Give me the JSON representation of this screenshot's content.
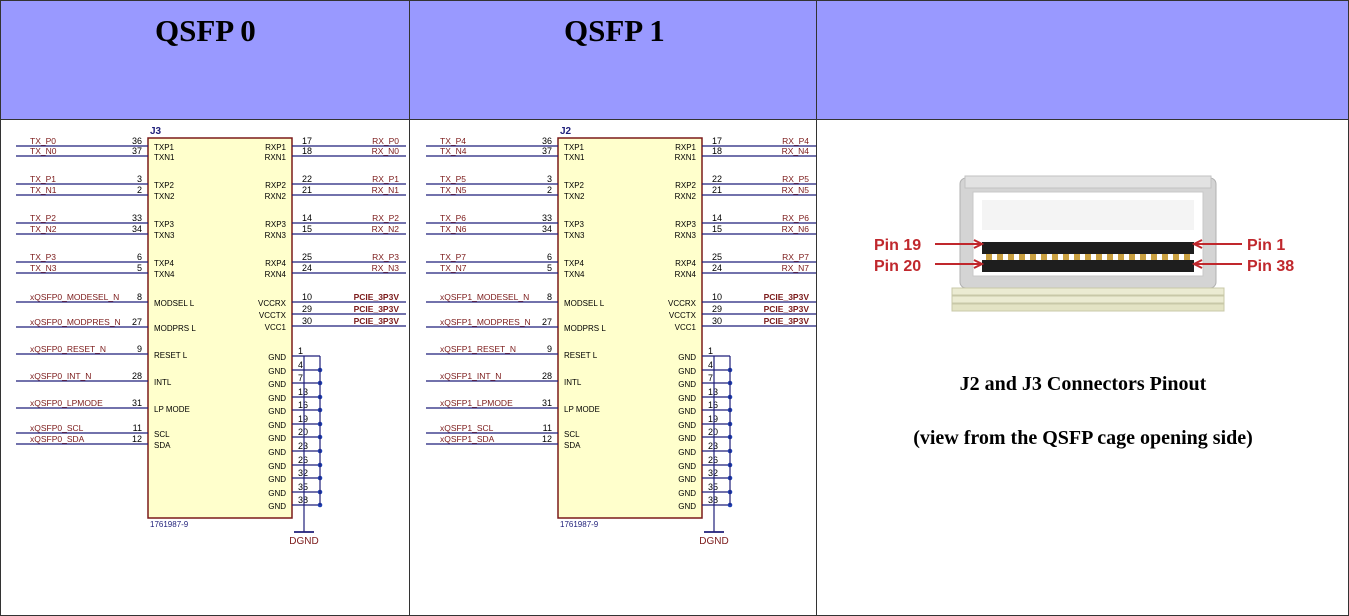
{
  "headers": [
    "QSFP 0",
    "QSFP 1",
    ""
  ],
  "colors": {
    "header_bg": "#9999ff",
    "net": "#7b1a1a",
    "wire": "#1f1f7a",
    "pin_dot": "#1f3fb0",
    "pin_arrow": "#c0282d"
  },
  "connectors": [
    {
      "refdes": "J3",
      "part_number": "1761987-9",
      "ground_net": "DGND",
      "left_pins": [
        {
          "net": "TX_P0",
          "pin": "36",
          "name": "TXP1"
        },
        {
          "net": "TX_N0",
          "pin": "37",
          "name": "TXN1"
        },
        {
          "net": "TX_P1",
          "pin": "3",
          "name": "TXP2"
        },
        {
          "net": "TX_N1",
          "pin": "2",
          "name": "TXN2"
        },
        {
          "net": "TX_P2",
          "pin": "33",
          "name": "TXP3"
        },
        {
          "net": "TX_N2",
          "pin": "34",
          "name": "TXN3"
        },
        {
          "net": "TX_P3",
          "pin": "6",
          "name": "TXP4"
        },
        {
          "net": "TX_N3",
          "pin": "5",
          "name": "TXN4"
        },
        {
          "net": "xQSFP0_MODESEL_N",
          "pin": "8",
          "name": "MODSEL L"
        },
        {
          "net": "xQSFP0_MODPRES_N",
          "pin": "27",
          "name": "MODPRS L"
        },
        {
          "net": "xQSFP0_RESET_N",
          "pin": "9",
          "name": "RESET L"
        },
        {
          "net": "xQSFP0_INT_N",
          "pin": "28",
          "name": "INTL"
        },
        {
          "net": "xQSFP0_LPMODE",
          "pin": "31",
          "name": "LP MODE"
        },
        {
          "net": "xQSFP0_SCL",
          "pin": "11",
          "name": "SCL"
        },
        {
          "net": "xQSFP0_SDA",
          "pin": "12",
          "name": "SDA"
        }
      ],
      "right_pins": [
        {
          "net": "RX_P0",
          "pin": "17",
          "name": "RXP1"
        },
        {
          "net": "RX_N0",
          "pin": "18",
          "name": "RXN1"
        },
        {
          "net": "RX_P1",
          "pin": "22",
          "name": "RXP2"
        },
        {
          "net": "RX_N1",
          "pin": "21",
          "name": "RXN2"
        },
        {
          "net": "RX_P2",
          "pin": "14",
          "name": "RXP3"
        },
        {
          "net": "RX_N2",
          "pin": "15",
          "name": "RXN3"
        },
        {
          "net": "RX_P3",
          "pin": "25",
          "name": "RXP4"
        },
        {
          "net": "RX_N3",
          "pin": "24",
          "name": "RXN4"
        },
        {
          "net": "PCIE_3P3V",
          "pin": "10",
          "name": "VCCRX"
        },
        {
          "net": "PCIE_3P3V",
          "pin": "29",
          "name": "VCCTX"
        },
        {
          "net": "PCIE_3P3V",
          "pin": "30",
          "name": "VCC1"
        }
      ],
      "gnd_pins": [
        "1",
        "4",
        "7",
        "13",
        "16",
        "19",
        "20",
        "23",
        "26",
        "32",
        "35",
        "38"
      ],
      "gnd_name": "GND"
    },
    {
      "refdes": "J2",
      "part_number": "1761987-9",
      "ground_net": "DGND",
      "left_pins": [
        {
          "net": "TX_P4",
          "pin": "36",
          "name": "TXP1"
        },
        {
          "net": "TX_N4",
          "pin": "37",
          "name": "TXN1"
        },
        {
          "net": "TX_P5",
          "pin": "3",
          "name": "TXP2"
        },
        {
          "net": "TX_N5",
          "pin": "2",
          "name": "TXN2"
        },
        {
          "net": "TX_P6",
          "pin": "33",
          "name": "TXP3"
        },
        {
          "net": "TX_N6",
          "pin": "34",
          "name": "TXN3"
        },
        {
          "net": "TX_P7",
          "pin": "6",
          "name": "TXP4"
        },
        {
          "net": "TX_N7",
          "pin": "5",
          "name": "TXN4"
        },
        {
          "net": "xQSFP1_MODESEL_N",
          "pin": "8",
          "name": "MODSEL L"
        },
        {
          "net": "xQSFP1_MODPRES_N",
          "pin": "27",
          "name": "MODPRS L"
        },
        {
          "net": "xQSFP1_RESET_N",
          "pin": "9",
          "name": "RESET L"
        },
        {
          "net": "xQSFP1_INT_N",
          "pin": "28",
          "name": "INTL"
        },
        {
          "net": "xQSFP1_LPMODE",
          "pin": "31",
          "name": "LP MODE"
        },
        {
          "net": "xQSFP1_SCL",
          "pin": "11",
          "name": "SCL"
        },
        {
          "net": "xQSFP1_SDA",
          "pin": "12",
          "name": "SDA"
        }
      ],
      "right_pins": [
        {
          "net": "RX_P4",
          "pin": "17",
          "name": "RXP1"
        },
        {
          "net": "RX_N4",
          "pin": "18",
          "name": "RXN1"
        },
        {
          "net": "RX_P5",
          "pin": "22",
          "name": "RXP2"
        },
        {
          "net": "RX_N5",
          "pin": "21",
          "name": "RXN2"
        },
        {
          "net": "RX_P6",
          "pin": "14",
          "name": "RXP3"
        },
        {
          "net": "RX_N6",
          "pin": "15",
          "name": "RXN3"
        },
        {
          "net": "RX_P7",
          "pin": "25",
          "name": "RXP4"
        },
        {
          "net": "RX_N7",
          "pin": "24",
          "name": "RXN4"
        },
        {
          "net": "PCIE_3P3V",
          "pin": "10",
          "name": "VCCRX"
        },
        {
          "net": "PCIE_3P3V",
          "pin": "29",
          "name": "VCCTX"
        },
        {
          "net": "PCIE_3P3V",
          "pin": "30",
          "name": "VCC1"
        }
      ],
      "gnd_pins": [
        "1",
        "4",
        "7",
        "13",
        "16",
        "19",
        "20",
        "23",
        "26",
        "32",
        "35",
        "38"
      ],
      "gnd_name": "GND"
    }
  ],
  "pinout": {
    "labels": {
      "top_left": "Pin 19",
      "bottom_left": "Pin 20",
      "top_right": "Pin 1",
      "bottom_right": "Pin 38"
    },
    "caption_line1": "J2 and J3 Connectors Pinout",
    "caption_line2": "(view from the QSFP cage opening side)"
  }
}
